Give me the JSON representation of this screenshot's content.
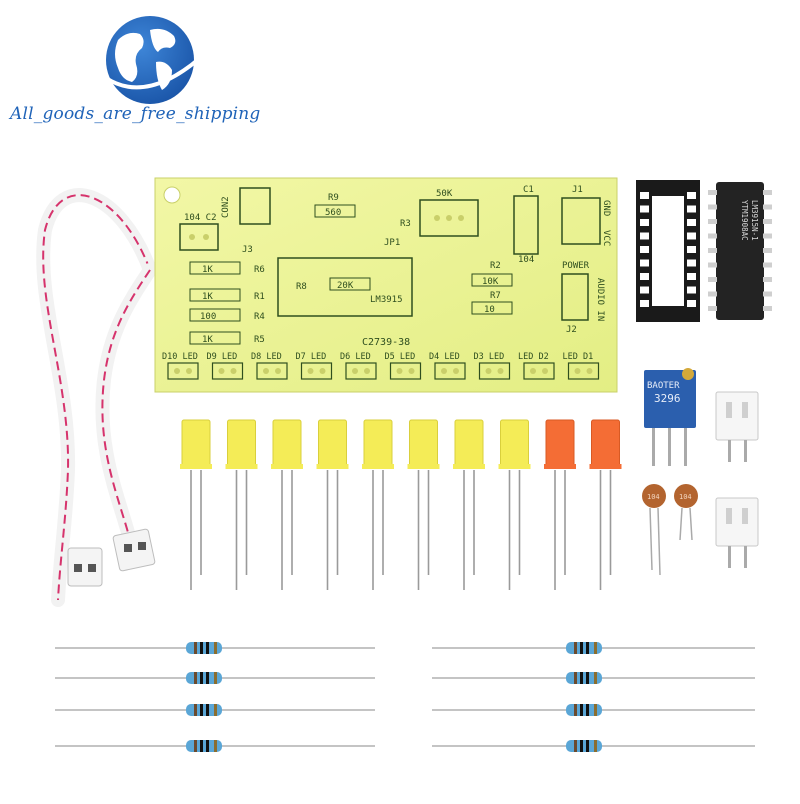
{
  "brand": {
    "text": "All_goods_are_free_shipping",
    "color": "#1f63b8"
  },
  "pcb": {
    "board_color": "#eef59a",
    "silk_color": "#2f4f1f",
    "model_label": "C2739-38",
    "ic_label": "LM3915",
    "component_labels": {
      "r9": "R9",
      "r9_value": "560",
      "r3": "R3",
      "pot": "50K",
      "c1": "C1",
      "c1_value": "104",
      "j1": "J1",
      "gnd": "GND",
      "vcc": "VCC",
      "power": "POWER",
      "c2": "104 C2",
      "con2": "CON2",
      "j3": "J3",
      "jp1": "JP1",
      "r8": "R8",
      "r8_value": "20K",
      "r6": "R6",
      "r6_value": "1K",
      "r1": "R1",
      "r1_value": "1K",
      "r4": "R4",
      "r4_value": "100",
      "r5": "R5",
      "r5_value": "1K",
      "r2": "R2",
      "r2_value": "10K",
      "r7": "R7",
      "r7_value": "10",
      "j2": "J2",
      "audio_in": "AUDIO IN"
    },
    "led_labels": [
      "D10 LED",
      "D9 LED",
      "D8 LED",
      "D7 LED",
      "D6 LED",
      "D5 LED",
      "D4 LED",
      "D3 LED",
      "LED D2",
      "LED D1"
    ]
  },
  "ic_chip": {
    "marking_line1": "YTM1908AC",
    "marking_line2": "LM3915N-1"
  },
  "trimmer": {
    "marking_line1": "BAOTER",
    "marking_line2": "3296"
  },
  "capacitor": {
    "marking": "104"
  },
  "leds": {
    "count_yellow": 8,
    "count_orange": 2,
    "yellow_color": "#f4ec57",
    "orange_color": "#f46d35"
  },
  "resistors": {
    "count": 8,
    "body_color": "#5aa6d6"
  },
  "cable": {
    "stripe_color": "#d6336c"
  }
}
